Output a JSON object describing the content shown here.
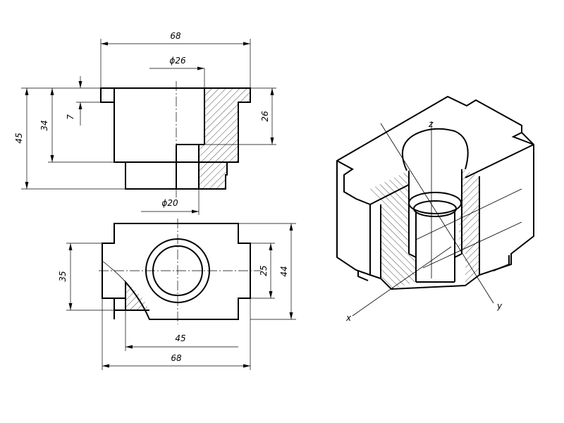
{
  "front_view": {
    "dim_width_top": "68",
    "dim_bore_diameter": "ϕ26",
    "dim_small_diameter": "ϕ20",
    "dim_height_total": "45",
    "dim_height_34": "34",
    "dim_flange_7": "7",
    "dim_bore_depth": "26"
  },
  "top_view": {
    "dim_height_35": "35",
    "dim_slot_25": "25",
    "dim_depth_44": "44",
    "dim_width_45": "45",
    "dim_width_68": "68"
  },
  "axonometric": {
    "axis_x": "x",
    "axis_y": "y",
    "axis_z": "z"
  }
}
